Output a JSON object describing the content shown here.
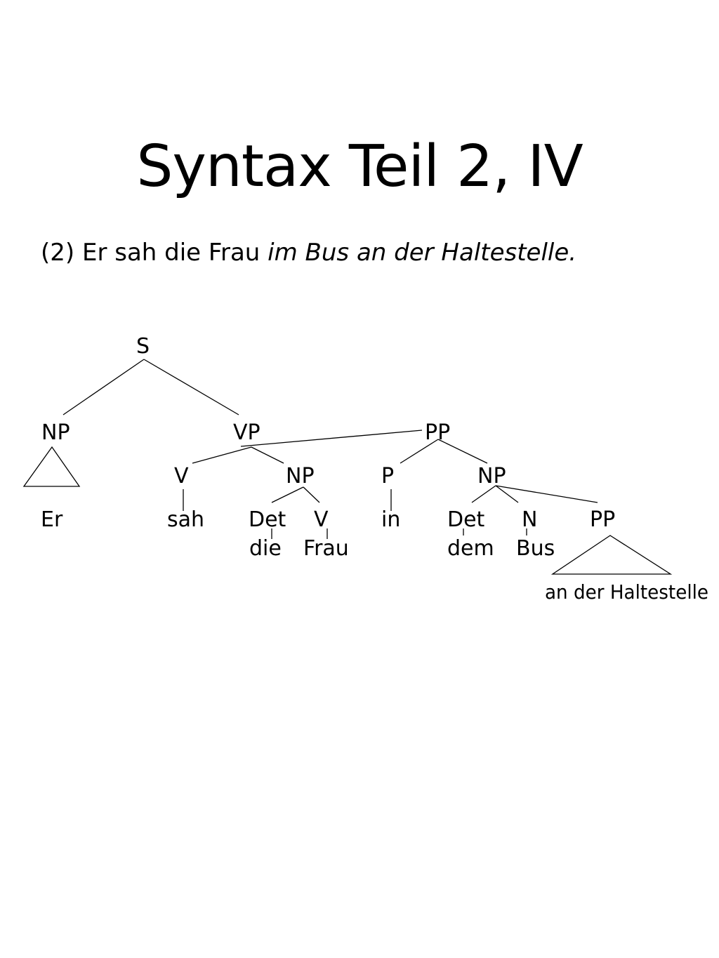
{
  "title": "Syntax Teil 2, IV",
  "sentence": {
    "number": "(2)",
    "plain": "Er sah die Frau",
    "italic": "im Bus an der Haltestelle."
  },
  "tree": {
    "nodes": {
      "s": "S",
      "np_subject": "NP",
      "vp": "VP",
      "pp_attached": "PP",
      "v_main": "V",
      "np_object": "NP",
      "p_main": "P",
      "np_in": "NP",
      "det_object": "Det",
      "v_object": "V",
      "det_in": "Det",
      "n_in": "N",
      "pp_embedded": "PP"
    },
    "words": {
      "er": "Er",
      "sah": "sah",
      "die": "die",
      "frau": "Frau",
      "in": "in",
      "dem": "dem",
      "bus": "Bus",
      "haltestelle": "an der Haltestelle"
    }
  }
}
